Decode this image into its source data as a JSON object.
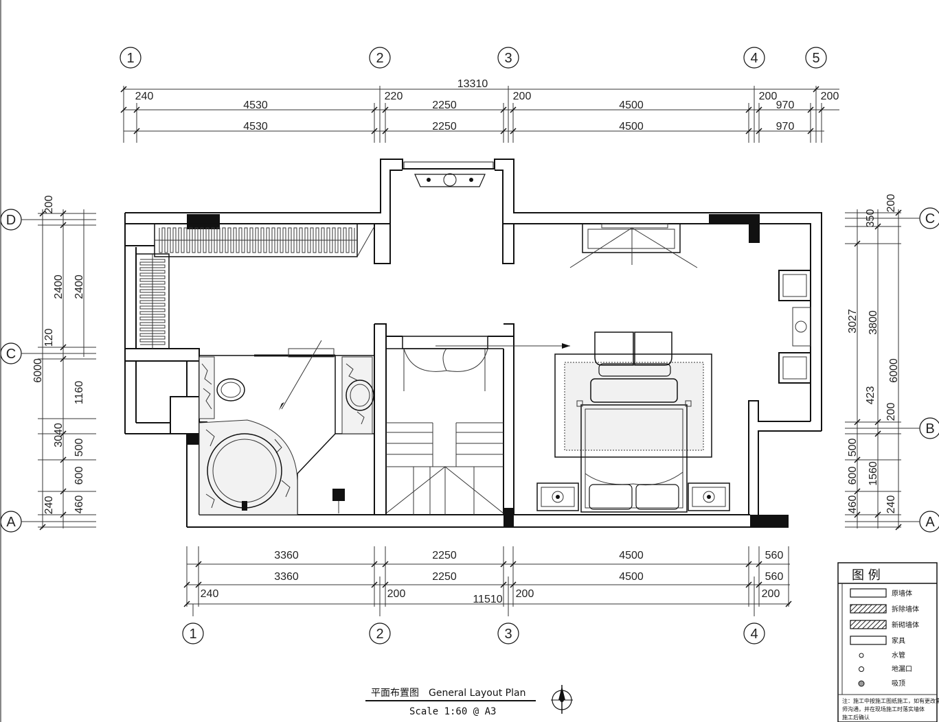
{
  "axes_top": [
    "1",
    "2",
    "3",
    "4",
    "5"
  ],
  "axes_bottom": [
    "1",
    "2",
    "3",
    "4"
  ],
  "axes_left": [
    "D",
    "C",
    "A"
  ],
  "axes_right": [
    "C",
    "B",
    "A"
  ],
  "dims_top": {
    "total": "13310",
    "row1": [
      "240",
      "4530",
      "220",
      "2250",
      "200",
      "4500",
      "200",
      "970",
      "200"
    ],
    "row2": [
      "4530",
      "2250",
      "4500",
      "970"
    ]
  },
  "dims_bottom": {
    "row1": [
      "3360",
      "2250",
      "4500",
      "560"
    ],
    "row2": [
      "3360",
      "2250",
      "4500",
      "560"
    ],
    "row3": [
      "240",
      "200",
      "200",
      "200"
    ],
    "total": "11510"
  },
  "dims_left": {
    "outer": [
      "200",
      "2400",
      "120",
      "1160",
      "500",
      "600",
      "460",
      "240"
    ],
    "inner": [
      "2400",
      "3040"
    ],
    "total": "6000"
  },
  "dims_right": {
    "outer": [
      "350",
      "3027",
      "423",
      "500",
      "600",
      "460"
    ],
    "inner": [
      "200",
      "3800",
      "200",
      "1560",
      "240"
    ],
    "total": "6000"
  },
  "legend": {
    "title": "图  例",
    "items": [
      "原墙体",
      "拆除墙体",
      "新砌墙体",
      "家具",
      "水管",
      "地漏口",
      "吸顶"
    ],
    "notes": [
      "注：施工中按施工图纸施工，如有更改需与设计",
      "师沟通，并在现场施工时落实墙体",
      "施工后确认"
    ]
  },
  "title": {
    "cn": "平面布置图",
    "en": "General Layout Plan",
    "scale": "Scale   1:60 @ A3"
  }
}
